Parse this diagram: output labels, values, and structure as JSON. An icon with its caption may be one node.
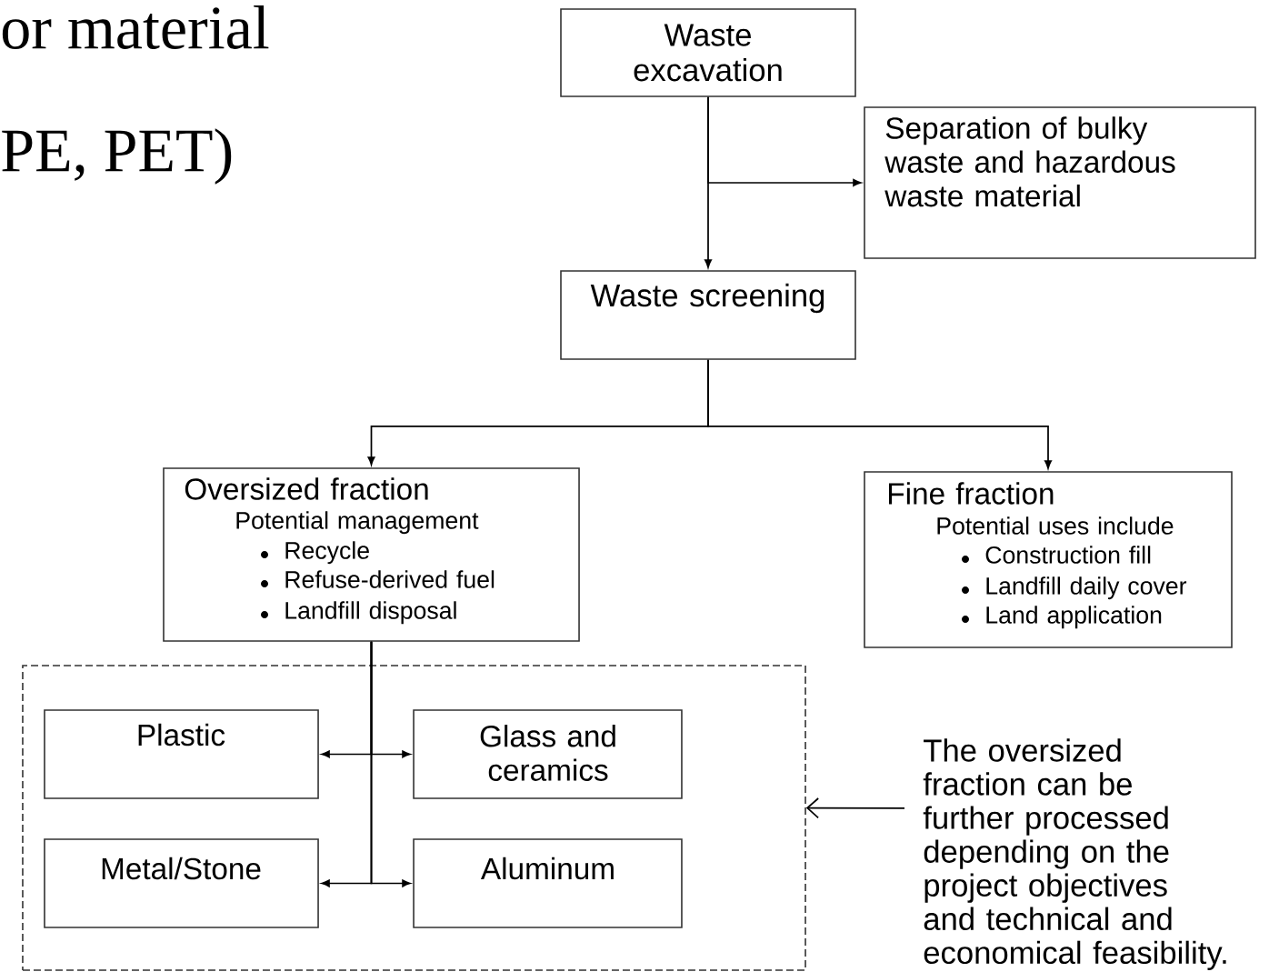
{
  "diagram": {
    "nodes": [
      {
        "text": [
          "Waste excavation"
        ]
      },
      {
        "text": [
          "Separation of bulky waste and hazardous waste material"
        ]
      },
      {
        "text": [
          "Waste screening"
        ]
      },
      {
        "text": [
          "Oversized fraction",
          "Potential management",
          "Recycle",
          "Refuse-derived fuel",
          "Landfill disposal"
        ]
      },
      {
        "text": [
          "Fine fraction",
          "Potential uses include",
          "Construction fill",
          "Landfill daily cover",
          "Land application"
        ]
      },
      {
        "text": [],
        "shape": "box"
      },
      {
        "text": [
          "Plastic"
        ],
        "in": 5
      },
      {
        "text": [
          "Glass and ceramics"
        ],
        "in": 5
      },
      {
        "text": [
          "Metal/Stone"
        ],
        "in": 5
      },
      {
        "text": [
          "Aluminum"
        ],
        "in": 5
      },
      {
        "text": [
          "The oversized fraction can be further processed depending on the project objectives and technical and economical feasibility."
        ]
      }
    ],
    "edges": [
      {
        "from": 0,
        "to": 2,
        "arrow": "to"
      },
      {
        "from": 0,
        "to": 1,
        "arrow": "to"
      },
      {
        "from": 2,
        "to": 3,
        "arrow": "to"
      },
      {
        "from": 2,
        "to": 4,
        "arrow": "to"
      },
      {
        "from": 3,
        "to": 6,
        "arrow": "to"
      },
      {
        "from": 3,
        "to": 7,
        "arrow": "to"
      },
      {
        "from": 3,
        "to": 8,
        "arrow": "to"
      },
      {
        "from": 3,
        "to": 9,
        "arrow": "to"
      },
      {
        "from": 10,
        "to": 5,
        "arrow": "to"
      }
    ],
    "labels": [
      "or material",
      "PE, PET)"
    ]
  }
}
